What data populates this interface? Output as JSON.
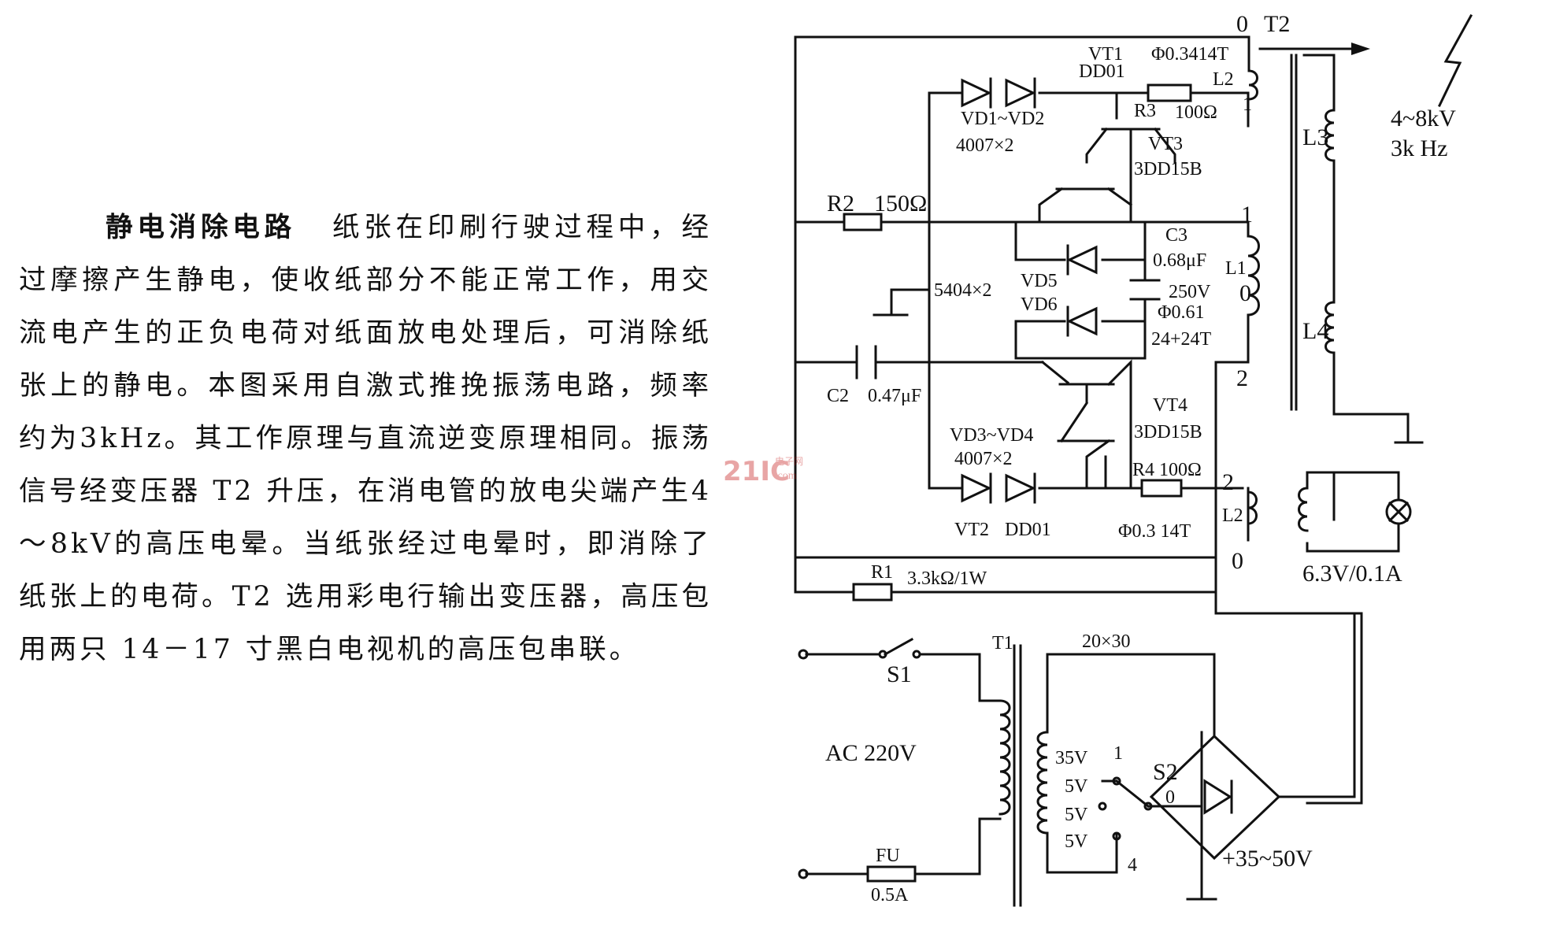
{
  "description": {
    "heading": "静电消除电路",
    "body": "纸张在印刷行驶过程中，经过摩擦产生静电，使收纸部分不能正常工作，用交流电产生的正负电荷对纸面放电处理后，可消除纸张上的静电。本图采用自激式推挽振荡电路，频率约为3kHz。其工作原理与直流逆变原理相同。振荡信号经变压器 T2 升压，在消电管的放电尖端产生4～8kV的高压电晕。当纸张经过电晕时，即消除了纸张上的电荷。T2 选用彩电行输出变压器，高压包用两只 14－17 寸黑白电视机的高压包串联。"
  },
  "diagram": {
    "labels": {
      "t2_terminal_0_top": "0",
      "t2": "T2",
      "vt1": "VT1",
      "dd01_top": "DD01",
      "l2_top_winding": "Φ0.3414T",
      "l2_top": "L2",
      "t2_terminal_1_top": "1",
      "r3": "R3",
      "r3_value": "100Ω",
      "vd1_vd2": "VD1~VD2",
      "vd1_vd2_value": "4007×2",
      "vt3": "VT3",
      "vt3_type": "3DD15B",
      "output_voltage": "4~8kV",
      "output_freq": "3k Hz",
      "l3": "L3",
      "r2": "R2",
      "r2_value": "150Ω",
      "t2_terminal_1_mid": "1",
      "c3": "C3",
      "c3_value": "0.68μF",
      "c3_voltage": "250V",
      "l1": "L1",
      "t2_terminal_0_mid": "0",
      "zener_value": "5404×2",
      "vd5": "VD5",
      "vd6": "VD6",
      "l1_winding": "Φ0.61",
      "l1_turns": "24+24T",
      "l4": "L4",
      "c2": "C2",
      "c2_value": "0.47μF",
      "t2_terminal_2_mid": "2",
      "vt4": "VT4",
      "vt4_type": "3DD15B",
      "vd3_vd4": "VD3~VD4",
      "vd3_vd4_value": "4007×2",
      "r4": "R4 100Ω",
      "t2_terminal_2_bottom": "2",
      "vt2": "VT2",
      "dd01_bottom": "DD01",
      "l2_bottom_winding": "Φ0.3 14T",
      "l2_bottom": "L2",
      "t2_terminal_0_bottom": "0",
      "lamp_rating": "6.3V/0.1A",
      "r1": "R1",
      "r1_value": "3.3kΩ/1W",
      "s1": "S1",
      "t1": "T1",
      "core_size": "20×30",
      "ac_input": "AC 220V",
      "tap_35v": "35V",
      "tap_5v_1": "5V",
      "tap_5v_2": "5V",
      "tap_5v_3": "5V",
      "s2_pos_1": "1",
      "s2": "S2",
      "s2_pos_0": "0",
      "s2_pos_4": "4",
      "fuse": "FU",
      "fuse_rating": "0.5A",
      "dc_output": "+35~50V"
    },
    "watermark": {
      "brand": "21IC",
      "sub_top": "电子网",
      "sub_bottom": ".com"
    }
  }
}
